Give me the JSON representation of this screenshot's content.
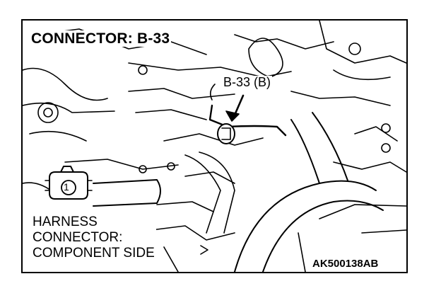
{
  "diagram": {
    "title": "CONNECTOR: B-33",
    "callout": "B-33 (B)",
    "harness_lines": [
      "HARNESS",
      "CONNECTOR:",
      "COMPONENT SIDE"
    ],
    "pin_number": "1",
    "figure_code": "AK500138AB"
  }
}
